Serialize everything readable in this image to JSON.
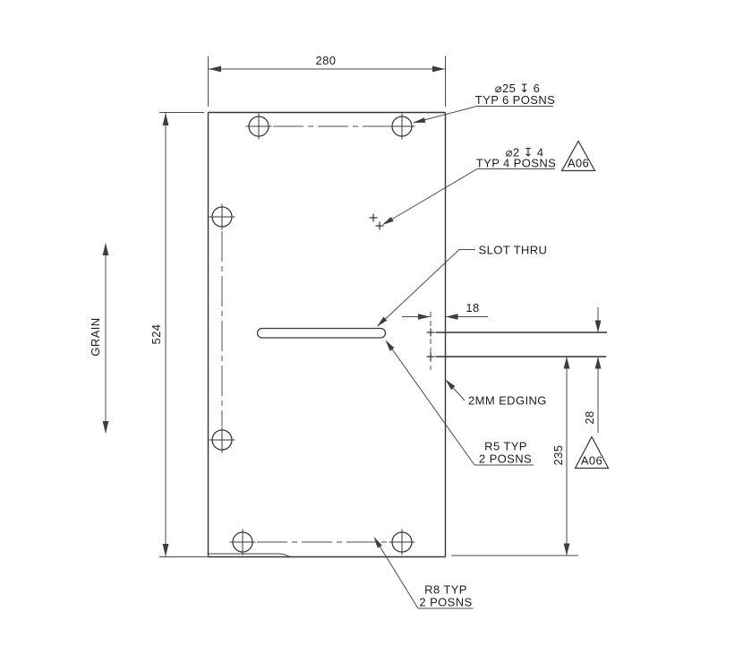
{
  "colors": {
    "line": "#333333",
    "dimension_line": "#4a4a4a",
    "text": "#1c1c1c",
    "background": "#ffffff"
  },
  "drawing": {
    "grain_label": "GRAIN",
    "dimensions": {
      "overall_width": "280",
      "overall_height": "524",
      "pilot_edge_offset": "18",
      "pilot_spacing": "28",
      "pilot_height": "235"
    },
    "callouts": {
      "counterbore_spec": "⌀25 ↧ 6",
      "counterbore_qty": "TYP 6 POSNS",
      "pilot_spec": "⌀2 ↧ 4",
      "pilot_qty": "TYP 4 POSNS",
      "slot_label": "SLOT THRU",
      "edging_label": "2MM EDGING",
      "r5_spec": "R5 TYP",
      "r5_qty": "2 POSNS",
      "r8_spec": "R8 TYP",
      "r8_qty": "2 POSNS"
    },
    "flags": {
      "upper": "A06",
      "lower": "A06"
    }
  }
}
